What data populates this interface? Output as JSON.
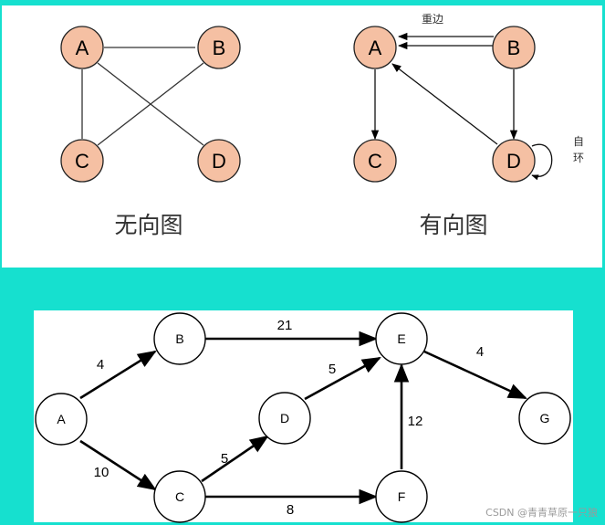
{
  "undirected": {
    "caption": "无向图",
    "nodes": {
      "A": "A",
      "B": "B",
      "C": "C",
      "D": "D"
    }
  },
  "directed": {
    "caption": "有向图",
    "nodes": {
      "A": "A",
      "B": "B",
      "C": "C",
      "D": "D"
    },
    "label_multi_edge": "重边",
    "label_self_loop_1": "自",
    "label_self_loop_2": "环"
  },
  "weighted": {
    "nodes": {
      "A": "A",
      "B": "B",
      "C": "C",
      "D": "D",
      "E": "E",
      "F": "F",
      "G": "G"
    },
    "weights": {
      "AB": "4",
      "AC": "10",
      "BE": "21",
      "CD": "5",
      "CF": "8",
      "DE": "5",
      "FE": "12",
      "EG": "4"
    }
  },
  "watermark": "CSDN @青青草原一只狼",
  "colors": {
    "background": "#16e0cf",
    "node_fill_peach": "#f5c0a3",
    "node_stroke": "#000000"
  }
}
